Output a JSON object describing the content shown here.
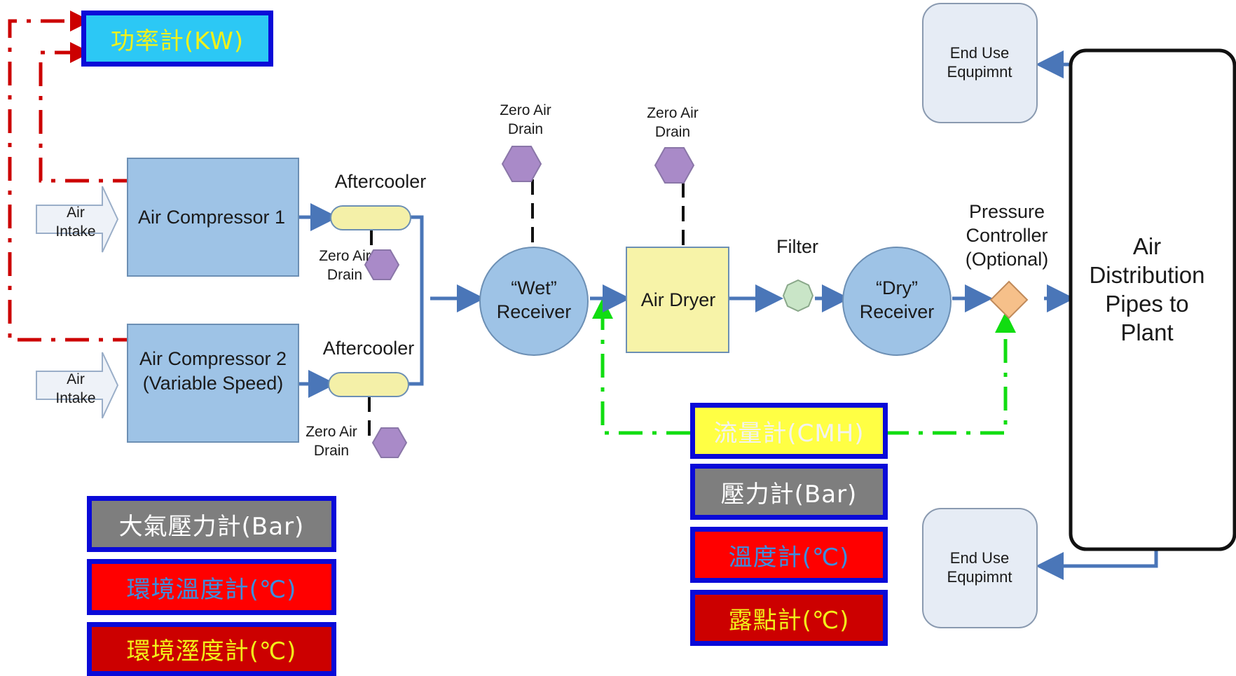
{
  "equipment": {
    "compressor1": "Air Compressor 1",
    "compressor2_line1": "Air Compressor 2",
    "compressor2_line2": "(Variable Speed)",
    "aftercooler": "Aftercooler",
    "air_intake_line1": "Air",
    "air_intake_line2": "Intake",
    "zero_air_drain_line1": "Zero Air",
    "zero_air_drain_line2": "Drain",
    "wet_receiver_line1": "“Wet”",
    "wet_receiver_line2": "Receiver",
    "air_dryer": "Air Dryer",
    "filter": "Filter",
    "dry_receiver_line1": "“Dry”",
    "dry_receiver_line2": "Receiver",
    "pressure_controller_line1": "Pressure",
    "pressure_controller_line2": "Controller",
    "pressure_controller_line3": "(Optional)",
    "distribution_line1": "Air",
    "distribution_line2": "Distribution",
    "distribution_line3": "Pipes to",
    "distribution_line4": "Plant",
    "end_use_line1": "End Use",
    "end_use_line2": "Equpimnt"
  },
  "meters": {
    "power": "功率計(KW)",
    "atm_pressure": "大氣壓力計(Bar)",
    "ambient_temp": "環境溫度計(℃)",
    "ambient_humidity": "環境溼度計(℃)",
    "flow": "流量計(CMH)",
    "pressure": "壓力計(Bar)",
    "temperature": "溫度計(℃)",
    "dew_point": "露點計(℃)"
  },
  "colors": {
    "pipe_blue": "#4a76b8",
    "equipment_fill": "#9ec3e6",
    "cooler_fill": "#f4f0a8",
    "dryer_fill": "#f7f3a8",
    "drain_fill": "#a98ac8",
    "filter_fill": "#c9e5c7",
    "controller_fill": "#f6c08a",
    "end_use_fill": "#e6ecf5",
    "red_dash": "#cc0000",
    "green_dash": "#11dd11",
    "meter_border": "#0a0ad8"
  }
}
